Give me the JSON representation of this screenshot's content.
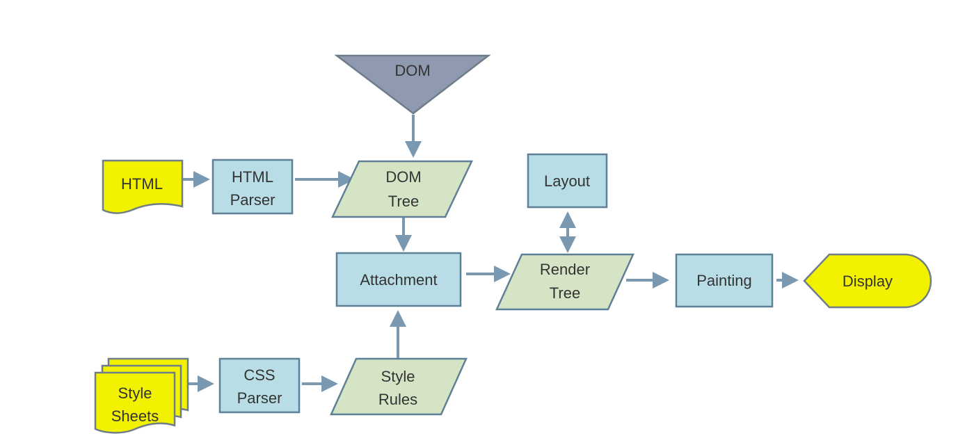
{
  "nodes": {
    "dom": {
      "label": "DOM"
    },
    "html": {
      "label": "HTML"
    },
    "html_parser": {
      "line1": "HTML",
      "line2": "Parser"
    },
    "dom_tree": {
      "line1": "DOM",
      "line2": "Tree"
    },
    "layout": {
      "label": "Layout"
    },
    "attachment": {
      "label": "Attachment"
    },
    "render_tree": {
      "line1": "Render",
      "line2": "Tree"
    },
    "painting": {
      "label": "Painting"
    },
    "display": {
      "label": "Display"
    },
    "style_sheets": {
      "line1": "Style",
      "line2": "Sheets"
    },
    "css_parser": {
      "line1": "CSS",
      "line2": "Parser"
    },
    "style_rules": {
      "line1": "Style",
      "line2": "Rules"
    }
  },
  "colors": {
    "process": "#b8dde6",
    "data": "#d6e4c6",
    "io": "#f2f200",
    "source": "#8f99af",
    "arrow": "#7a98b0"
  }
}
